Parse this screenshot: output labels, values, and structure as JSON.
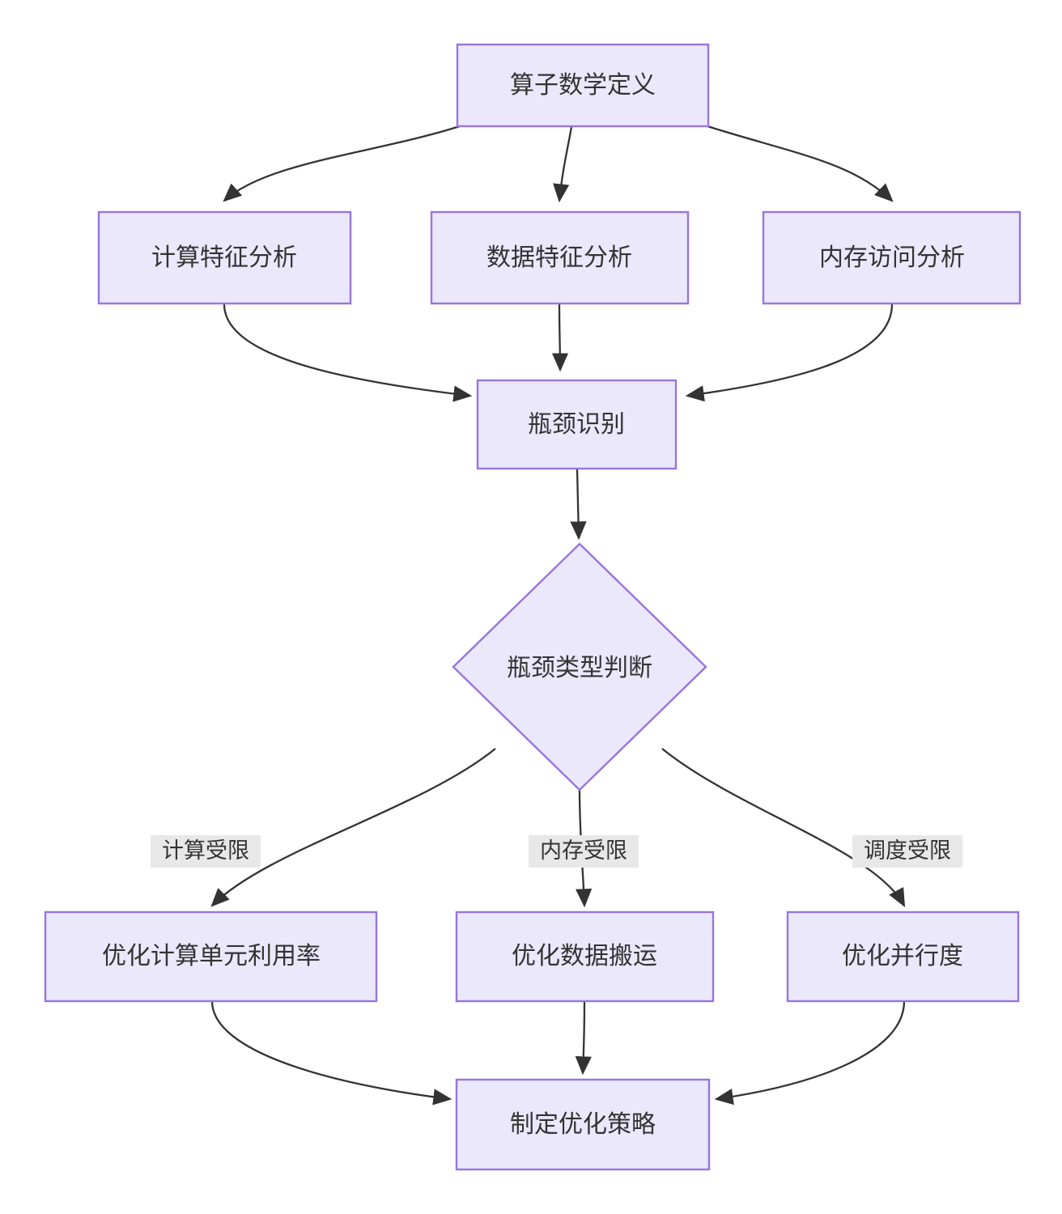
{
  "diagram": {
    "type": "flowchart",
    "direction": "top-down",
    "theme": {
      "node_fill": "#ebe8fc",
      "node_stroke": "#9775e0",
      "edge_stroke": "#333333",
      "label_background": "#e8e8e8",
      "text_color": "#333333",
      "canvas_background": "#ffffff"
    },
    "nodes": [
      {
        "id": "n1",
        "label": "算子数学定义",
        "shape": "rect"
      },
      {
        "id": "n2",
        "label": "计算特征分析",
        "shape": "rect"
      },
      {
        "id": "n3",
        "label": "数据特征分析",
        "shape": "rect"
      },
      {
        "id": "n4",
        "label": "内存访问分析",
        "shape": "rect"
      },
      {
        "id": "n5",
        "label": "瓶颈识别",
        "shape": "rect"
      },
      {
        "id": "n6",
        "label": "瓶颈类型判断",
        "shape": "diamond"
      },
      {
        "id": "n7",
        "label": "优化计算单元利用率",
        "shape": "rect"
      },
      {
        "id": "n8",
        "label": "优化数据搬运",
        "shape": "rect"
      },
      {
        "id": "n9",
        "label": "优化并行度",
        "shape": "rect"
      },
      {
        "id": "n10",
        "label": "制定优化策略",
        "shape": "rect"
      }
    ],
    "edges": [
      {
        "from": "n1",
        "to": "n2",
        "label": ""
      },
      {
        "from": "n1",
        "to": "n3",
        "label": ""
      },
      {
        "from": "n1",
        "to": "n4",
        "label": ""
      },
      {
        "from": "n2",
        "to": "n5",
        "label": ""
      },
      {
        "from": "n3",
        "to": "n5",
        "label": ""
      },
      {
        "from": "n4",
        "to": "n5",
        "label": ""
      },
      {
        "from": "n5",
        "to": "n6",
        "label": ""
      },
      {
        "from": "n6",
        "to": "n7",
        "label": "计算受限"
      },
      {
        "from": "n6",
        "to": "n8",
        "label": "内存受限"
      },
      {
        "from": "n6",
        "to": "n9",
        "label": "调度受限"
      },
      {
        "from": "n7",
        "to": "n10",
        "label": ""
      },
      {
        "from": "n8",
        "to": "n10",
        "label": ""
      },
      {
        "from": "n9",
        "to": "n10",
        "label": ""
      }
    ],
    "edge_labels": [
      {
        "id": "l1",
        "text": "计算受限"
      },
      {
        "id": "l2",
        "text": "内存受限"
      },
      {
        "id": "l3",
        "text": "调度受限"
      }
    ]
  }
}
